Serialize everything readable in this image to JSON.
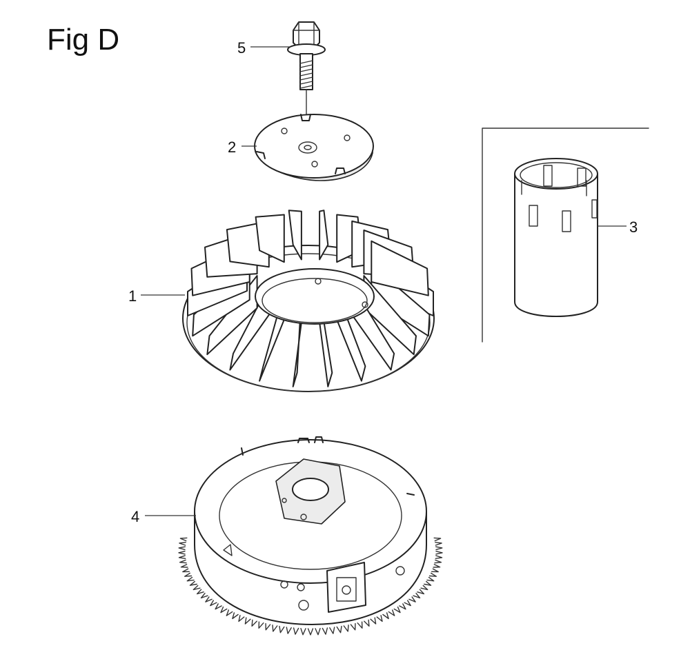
{
  "figure": {
    "title": "Fig D"
  },
  "parts": [
    {
      "key": "flywheel_fan",
      "ref": "1",
      "icon": "cooling-fan"
    },
    {
      "key": "washer_plate",
      "ref": "2",
      "icon": "flat-washer-plate"
    },
    {
      "key": "sleeve",
      "ref": "3",
      "icon": "cylindrical-sleeve"
    },
    {
      "key": "flywheel",
      "ref": "4",
      "icon": "flywheel-with-ring-gear"
    },
    {
      "key": "bolt",
      "ref": "5",
      "icon": "flange-bolt"
    }
  ],
  "colors": {
    "line": "#222222",
    "background": "#ffffff"
  }
}
